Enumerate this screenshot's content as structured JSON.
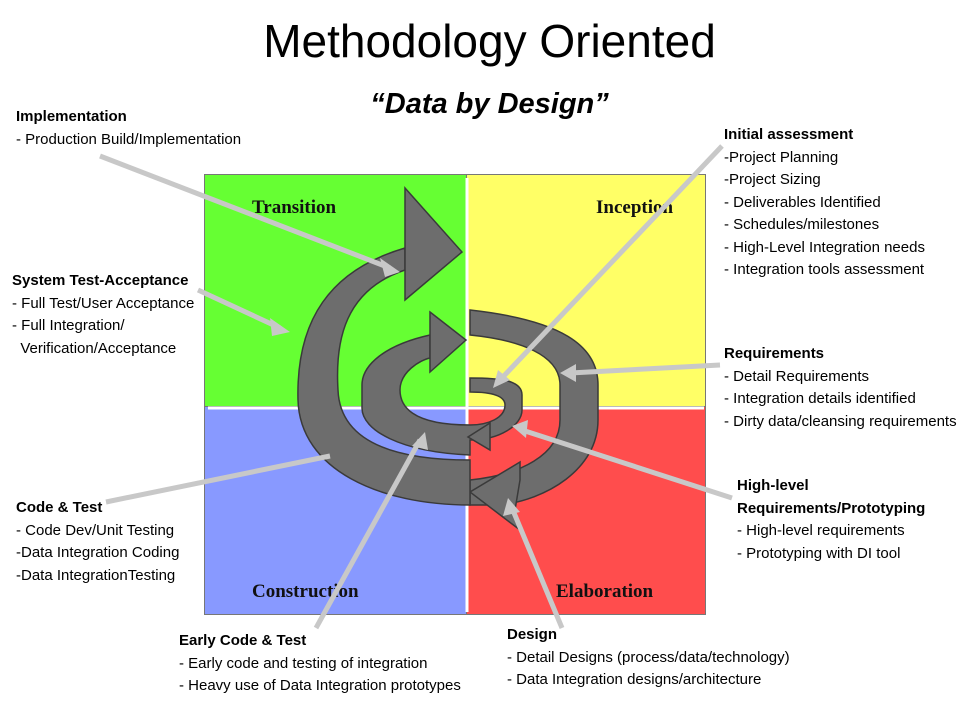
{
  "title": "Methodology Oriented",
  "subtitle": "“Data by Design”",
  "quadrants": {
    "transition": "Transition",
    "inception": "Inception",
    "construction": "Construction",
    "elaboration": "Elaboration"
  },
  "colors": {
    "transition": "#66ff33",
    "inception": "#ffff66",
    "construction": "#8899ff",
    "elaboration": "#ff4d4d",
    "arrow": "#6d6d6d",
    "pointer": "#c8c8c8"
  },
  "annotations": {
    "implementation": {
      "heading": "Implementation",
      "items": [
        "- Production Build/Implementation"
      ]
    },
    "system_test": {
      "heading": "System Test-Acceptance",
      "items": [
        "- Full Test/User Acceptance",
        "- Full Integration/",
        "  Verification/Acceptance"
      ]
    },
    "code_test": {
      "heading": "Code & Test",
      "items": [
        "- Code Dev/Unit Testing",
        "-Data Integration Coding",
        "-Data IntegrationTesting"
      ]
    },
    "early_code": {
      "heading": "Early Code & Test",
      "items": [
        "- Early code and testing of integration",
        "- Heavy use of Data Integration prototypes"
      ]
    },
    "design": {
      "heading": "Design",
      "items": [
        "- Detail Designs (process/data/technology)",
        "- Data Integration designs/architecture"
      ]
    },
    "initial": {
      "heading": "Initial assessment",
      "items": [
        "-Project Planning",
        "-Project Sizing",
        "- Deliverables Identified",
        "- Schedules/milestones",
        "- High-Level Integration needs",
        "- Integration tools assessment"
      ]
    },
    "requirements": {
      "heading": "Requirements",
      "items": [
        "- Detail Requirements",
        "- Integration details identified",
        "- Dirty data/cleansing requirements"
      ]
    },
    "highlevel": {
      "heading1": "High-level",
      "heading2": "Requirements/Prototyping",
      "items": [
        "- High-level requirements",
        "- Prototyping with DI tool"
      ]
    }
  }
}
